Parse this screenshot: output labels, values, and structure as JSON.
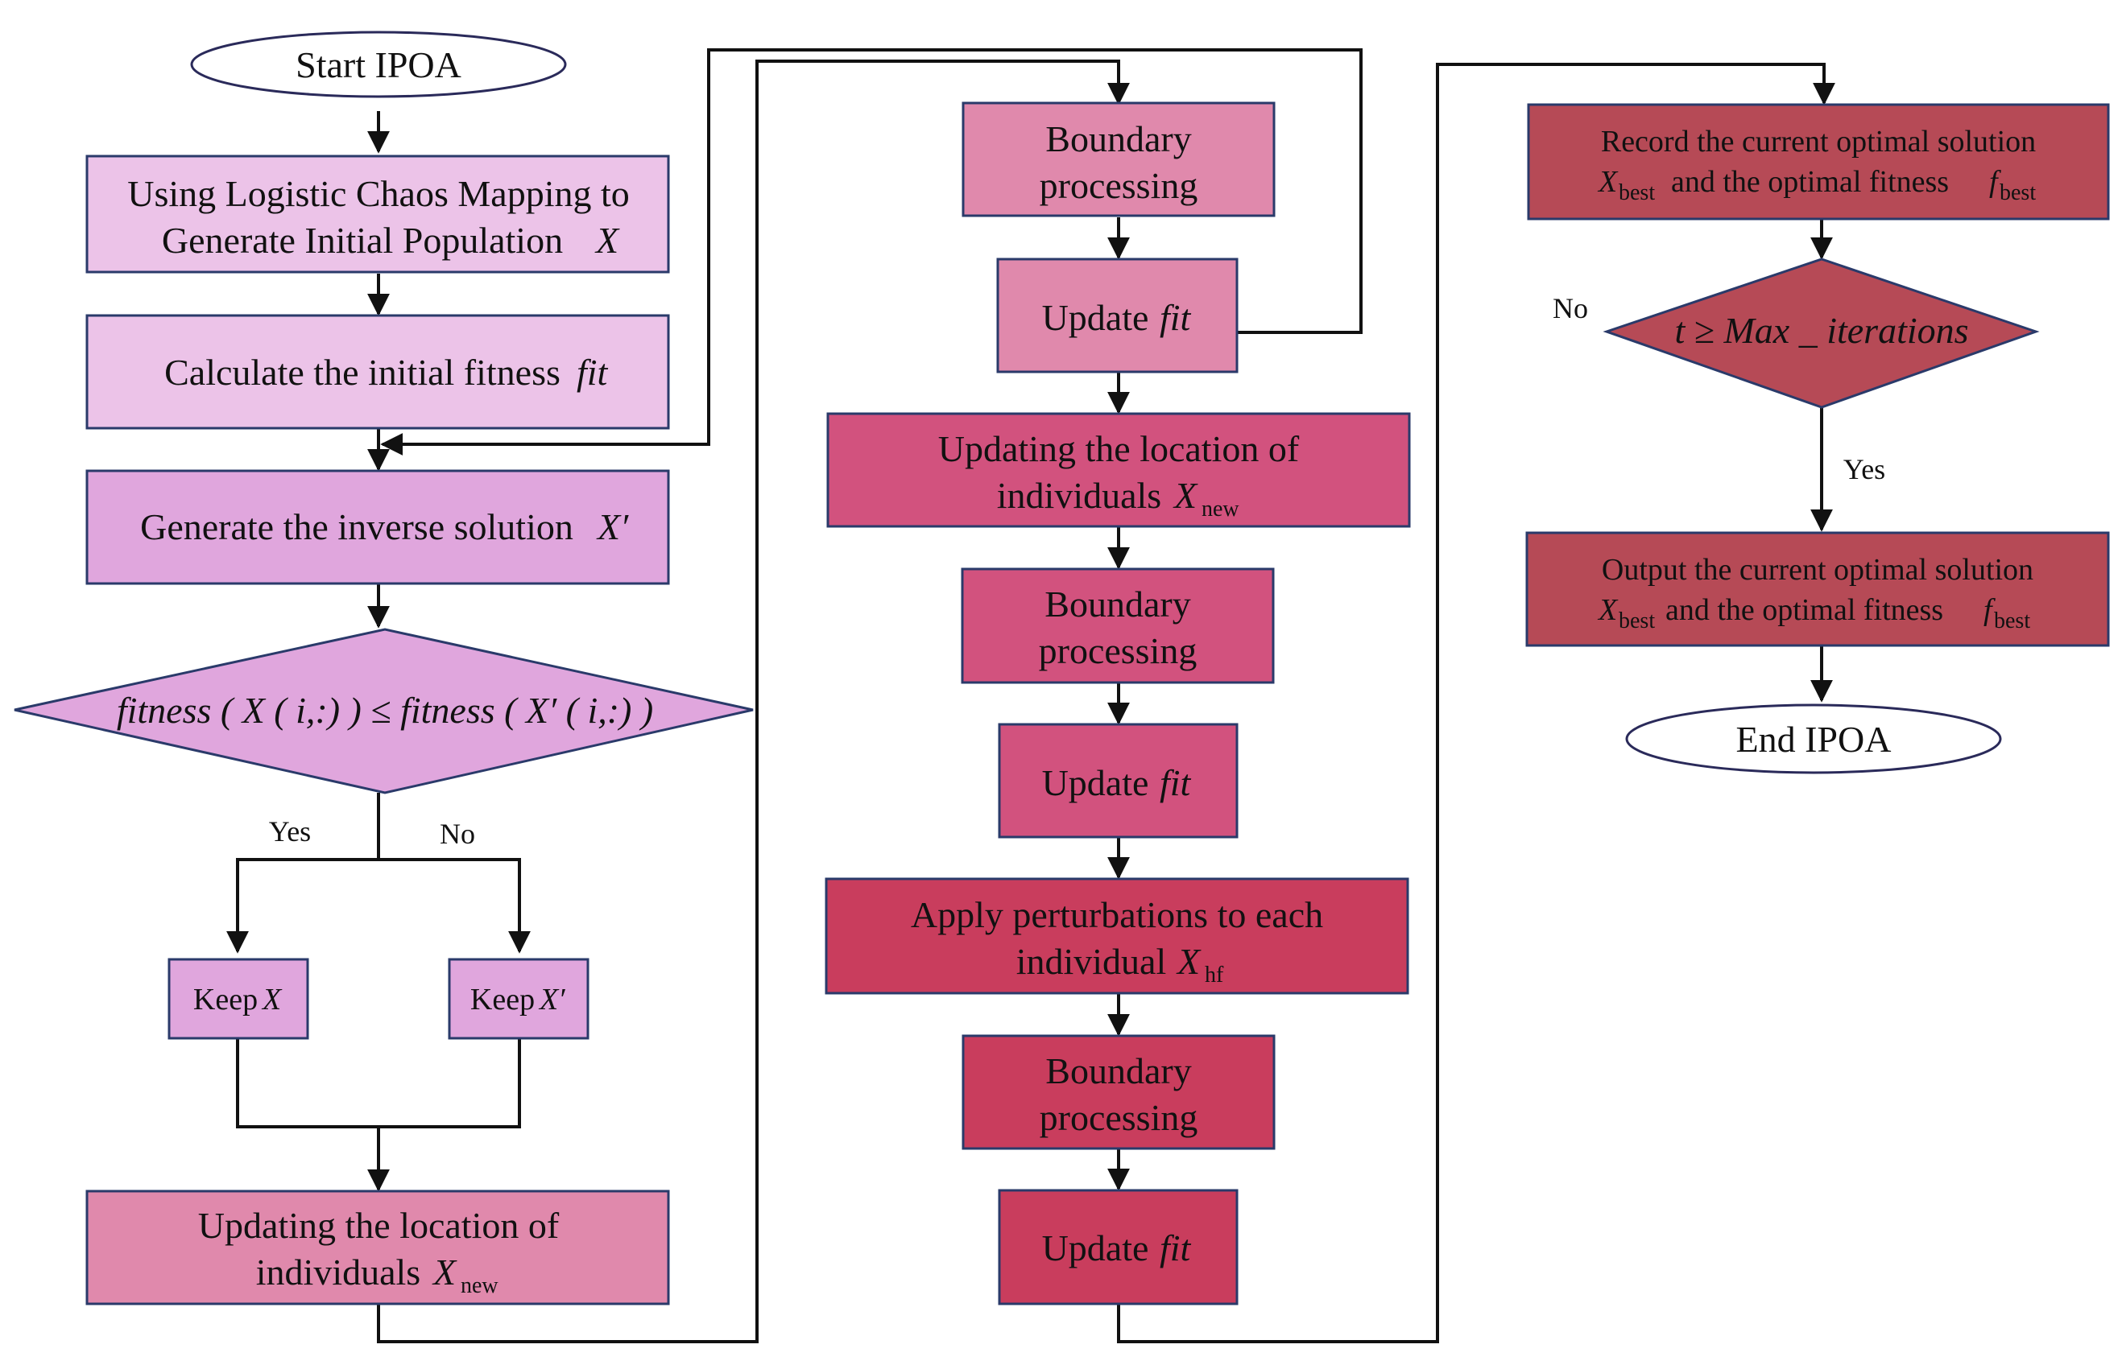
{
  "colors": {
    "light_pink": "#ECC3E8",
    "violet": "#E0A6DD",
    "rose": "#E089AC",
    "dark_rose": "#D2527E",
    "crimson": "#C93D5D",
    "brick": "#B64A56",
    "line": "#111111"
  },
  "nodes": {
    "start": "Start IPOA",
    "init_pop_l1": "Using Logistic Chaos Mapping to",
    "init_pop_l2": "Generate Initial Population",
    "init_pop_var": "X",
    "calc_fit": "Calculate the initial fitness",
    "calc_fit_var": "fit",
    "inverse": "Generate the inverse solution",
    "inverse_var": "X′",
    "decision1": "fitness ( X ( i,:) ) ≤ fitness ( X′ ( i,:) )",
    "yes1": "Yes",
    "no1": "No",
    "keep_x": "Keep",
    "keep_x_var": "X",
    "keep_xp": "Keep",
    "keep_xp_var": "X′",
    "update_loc1_l1": "Updating the location of",
    "update_loc1_l2": "individuals",
    "x_new_var": "X",
    "x_new_sub": "new",
    "bp_l1": "Boundary",
    "bp_l2": "processing",
    "update_fit": "Update",
    "update_fit_var": "fit",
    "update_loc2_l1": "Updating the location of",
    "update_loc2_l2": "individuals",
    "perturb_l1": "Apply perturbations to each",
    "perturb_l2": "individual",
    "x_hf_var": "X",
    "x_hf_sub": "hf",
    "record_l1": "Record the current optimal solution",
    "record_l2": "and the optimal fitness",
    "x_best_var": "X",
    "best_sub": "best",
    "f_best_var": "f",
    "decision2": "t ≥ Max _ iterations",
    "no2": "No",
    "yes2": "Yes",
    "output_l1": "Output the current optimal solution",
    "output_l2": "and the optimal fitness",
    "end": "End IPOA"
  }
}
